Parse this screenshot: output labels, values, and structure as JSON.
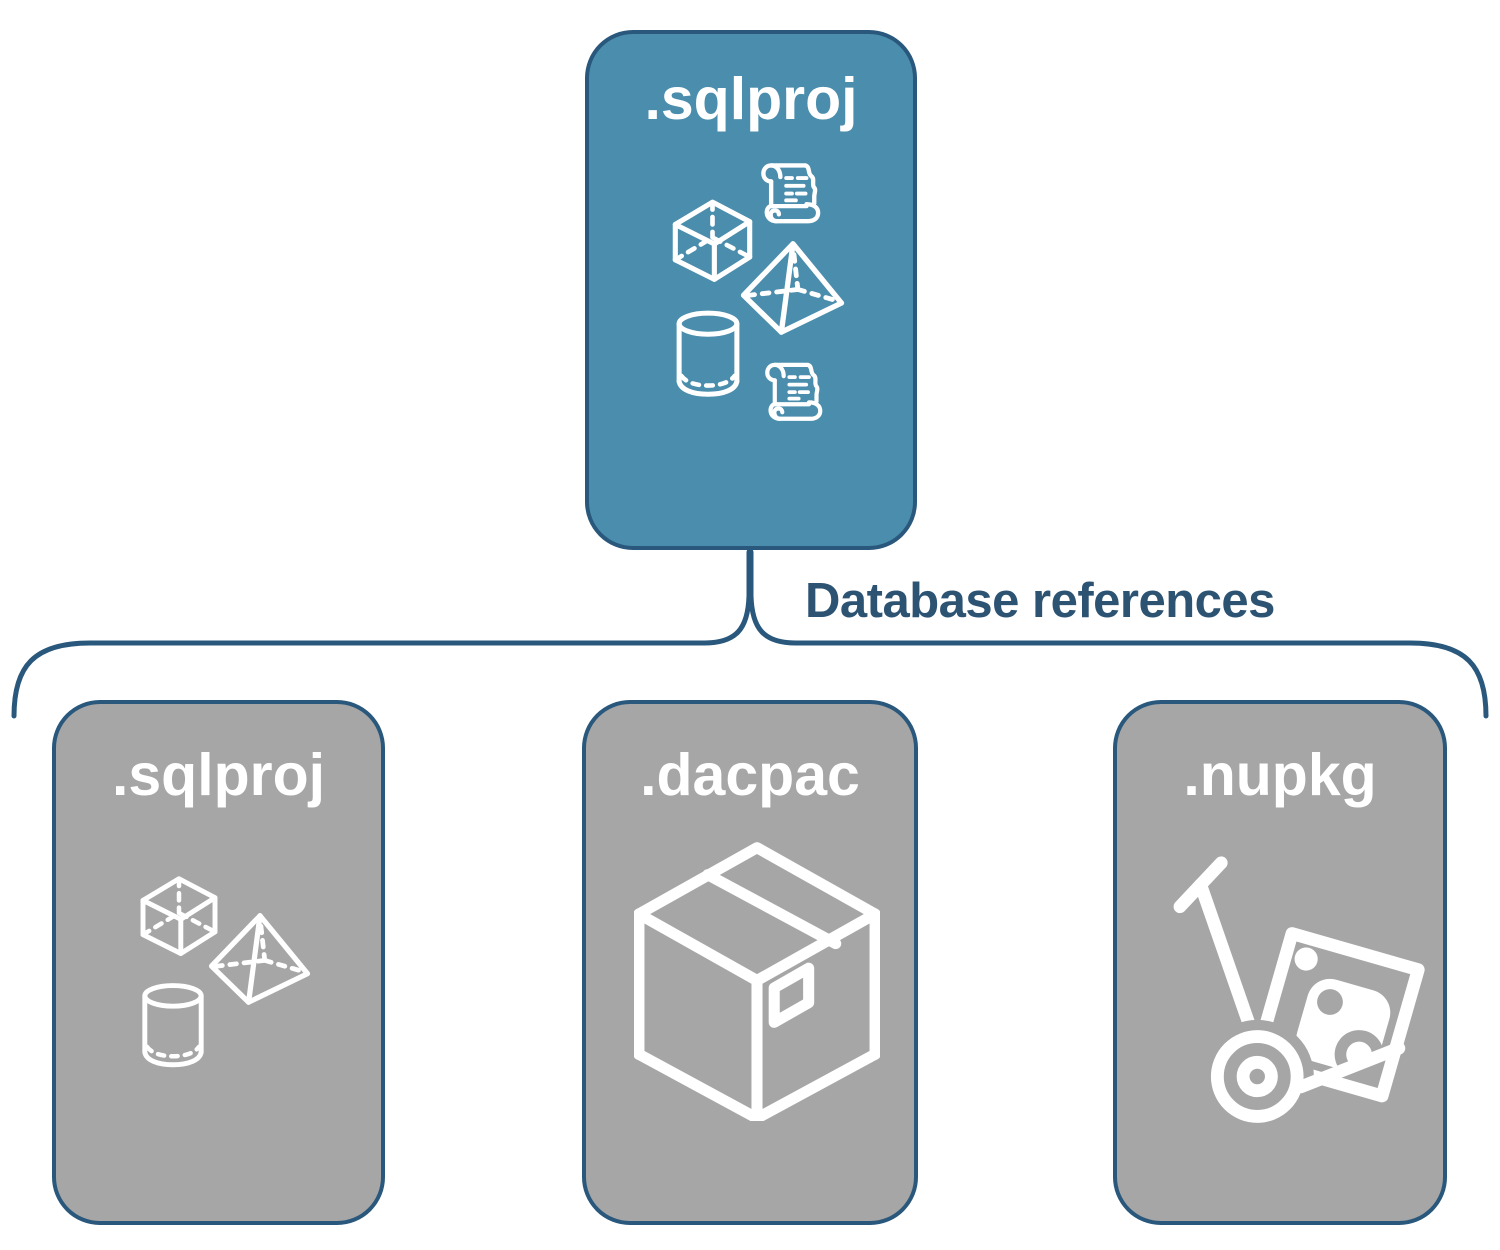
{
  "diagram": {
    "top_node": {
      "label": ".sqlproj",
      "icons": [
        "sql-script-icon",
        "cube-icon",
        "pyramid-icon",
        "cylinder-icon",
        "sql-script-icon"
      ]
    },
    "connector": {
      "label": "Database references",
      "shape": "curly-brace"
    },
    "bottom_nodes": [
      {
        "label": ".sqlproj",
        "icons": [
          "cube-icon",
          "pyramid-icon",
          "cylinder-icon"
        ]
      },
      {
        "label": ".dacpac",
        "icons": [
          "package-box-icon"
        ]
      },
      {
        "label": ".nupkg",
        "icons": [
          "nuget-hand-truck-icon"
        ]
      }
    ],
    "colors": {
      "accent_fill": "#4a8dac",
      "gray_fill": "#a6a6a6",
      "outline": "#29587c",
      "connector_text": "#2d5373",
      "icon_stroke": "#ffffff"
    }
  }
}
